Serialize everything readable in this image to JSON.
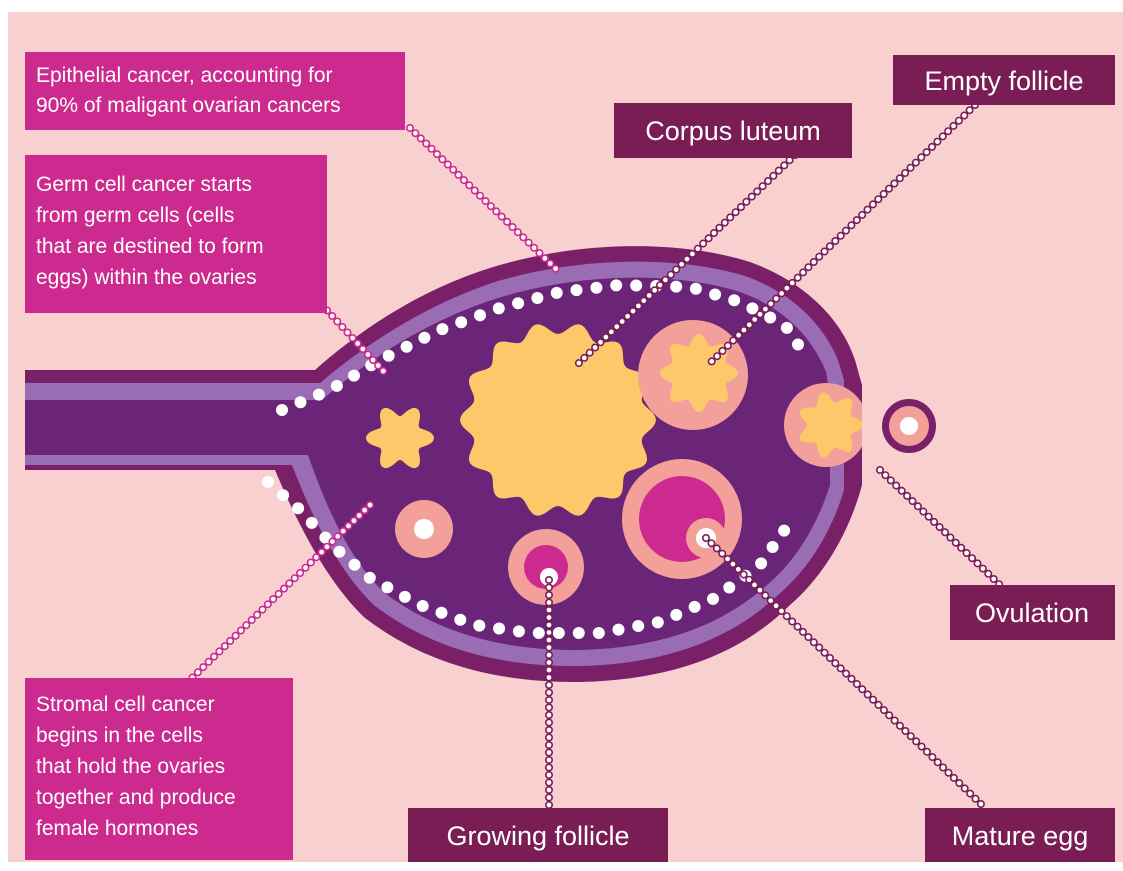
{
  "colors": {
    "background": "#f8d0cf",
    "ovary_outer": "#7a2069",
    "ovary_band": "#9a6cb4",
    "ovary_inner": "#6a2478",
    "follicle_yellow": "#fcc869",
    "follicle_pink": "#f4a09a",
    "follicle_magenta": "#cc2a8e",
    "label_magenta": "#cc2a8e",
    "label_plum": "#7a1d55",
    "dots_white": "#ffffff"
  },
  "labels": {
    "epithelial": [
      "Epithelial cancer, accounting for",
      "90% of maligant ovarian cancers"
    ],
    "germ_cell": [
      "Germ cell cancer starts",
      "from germ cells (cells",
      "that are destined to form",
      "eggs) within the ovaries"
    ],
    "stromal": [
      "Stromal cell cancer",
      "begins in the cells",
      "that hold the ovaries",
      "together and produce",
      "female hormones"
    ],
    "corpus_luteum": "Corpus luteum",
    "empty_follicle": "Empty follicle",
    "ovulation": "Ovulation",
    "growing_follicle": "Growing follicle",
    "mature_egg": "Mature egg"
  }
}
